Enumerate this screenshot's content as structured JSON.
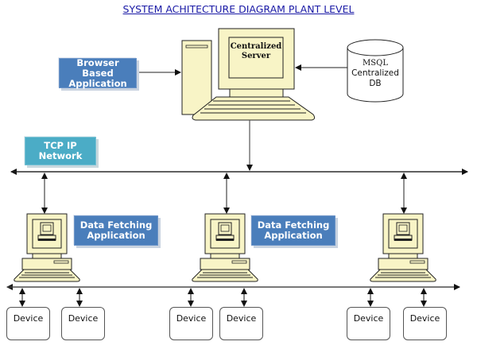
{
  "title": "SYSTEM ACHITECTURE DIAGRAM PLANT LEVEL",
  "colors": {
    "title": "#1a1aa6",
    "app_box": "#4a7ebb",
    "network_box": "#4bacc6",
    "computer_fill": "#f8f4c6",
    "line": "#222222"
  },
  "browser_app": {
    "line1": "Browser Based",
    "line2": "Application"
  },
  "server": {
    "line1": "Centralized",
    "line2": "Server",
    "icon": "desktop-computer-icon"
  },
  "database": {
    "line1": "MSQL",
    "line2": "Centralized",
    "line3": "DB",
    "icon": "database-cylinder-icon"
  },
  "network": {
    "line1": "TCP IP",
    "line2": "Network"
  },
  "data_fetching": [
    {
      "line1": "Data Fetching",
      "line2": "Application"
    },
    {
      "line1": "Data Fetching",
      "line2": "Application"
    }
  ],
  "clients": [
    {
      "icon": "workstation-icon"
    },
    {
      "icon": "workstation-icon"
    },
    {
      "icon": "workstation-icon"
    }
  ],
  "devices": [
    "Device",
    "Device",
    "Device",
    "Device",
    "Device",
    "Device"
  ]
}
